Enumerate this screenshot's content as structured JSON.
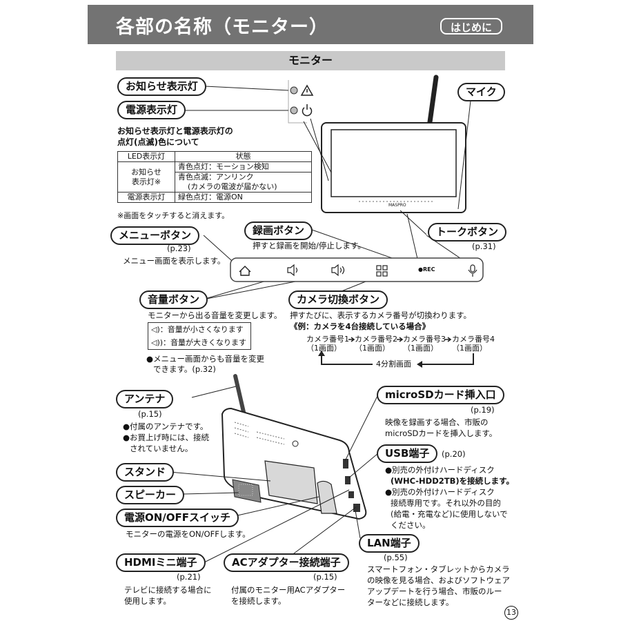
{
  "header": {
    "title": "各部の名称（モニター）",
    "badge": "はじめに"
  },
  "section_title": "モニター",
  "labels": {
    "notice_lamp": "お知らせ表示灯",
    "power_lamp": "電源表示灯",
    "mic": "マイク",
    "menu_button": "メニューボタン",
    "menu_page": "(p.23)",
    "menu_desc": "メニュー画面を表示します。",
    "rec_button": "録画ボタン",
    "rec_desc": "押すと録画を開始/停止します。",
    "talk_button": "トークボタン",
    "talk_page": "(p.31)",
    "volume_button": "音量ボタン",
    "volume_desc": "モニターから出る音量を変更します。",
    "volume_down": "：音量が小さくなります",
    "volume_up": "：音量が大きくなります",
    "volume_note_1": "●メニュー画面からも音量を変更",
    "volume_note_2": "できます。(p.32)",
    "camera_switch": "カメラ切換ボタン",
    "camera_desc": "押すたびに、表示するカメラ番号が切換わります。",
    "camera_example": "《例：カメラを4台接続している場合》",
    "camera_1": "カメラ番号1",
    "camera_2": "カメラ番号2",
    "camera_3": "カメラ番号3",
    "camera_4": "カメラ番号4",
    "one_screen": "（1画面）",
    "quad": "4分割画面",
    "antenna": "アンテナ",
    "antenna_page": "(p.15)",
    "antenna_note_1": "●付属のアンテナです。",
    "antenna_note_2": "●お買上げ時には、接続",
    "antenna_note_3": "されていません。",
    "stand": "スタンド",
    "speaker": "スピーカー",
    "power_switch": "電源ON/OFFスイッチ",
    "power_switch_desc": "モニターの電源をON/OFFします。",
    "hdmi": "HDMIミニ端子",
    "hdmi_page": "(p.21)",
    "hdmi_desc_1": "テレビに接続する場合に",
    "hdmi_desc_2": "使用します。",
    "ac": "ACアダプター接続端子",
    "ac_page": "(p.15)",
    "ac_desc_1": "付属のモニター用ACアダプター",
    "ac_desc_2": "を接続します。",
    "sd": "microSDカード挿入口",
    "sd_page": "(p.19)",
    "sd_desc_1": "映像を録画する場合、市販の",
    "sd_desc_2": "microSDカードを挿入します。",
    "usb": "USB端子",
    "usb_page": "(p.20)",
    "usb_note_1": "●別売の外付けハードディスク",
    "usb_note_2": "(WHC-HDD2TB)を接続します。",
    "usb_note_3": "●別売の外付けハードディスク",
    "usb_note_4": "接続専用です。それ以外の目的",
    "usb_note_5": "(給電・充電など)に使用しないで",
    "usb_note_6": "ください。",
    "lan": "LAN端子",
    "lan_page": "(p.55)",
    "lan_desc_1": "スマートフォン・タブレットからカメラ",
    "lan_desc_2": "の映像を見る場合、およびソフトウェア",
    "lan_desc_3": "アップデートを行う場合、市販のルー",
    "lan_desc_4": "ターなどに接続します。",
    "led_heading_1": "お知らせ表示灯と電源表示灯の",
    "led_heading_2": "点灯(点滅)色について",
    "led_footnote": "※画面をタッチすると消えます。",
    "rec_mark": "●REC",
    "brand": "MASPRO",
    "page_number": "13"
  },
  "led_table": {
    "col1": "LED表示灯",
    "col2": "状態",
    "row1_name_1": "お知らせ",
    "row1_name_2": "表示灯※",
    "row1_state_1": "青色点灯：モーション検知",
    "row1_state_2": "青色点滅：アンリンク",
    "row1_state_3": "(カメラの電波が届かない)",
    "row2_name": "電源表示灯",
    "row2_state": "緑色点灯：電源ON"
  },
  "icons": {
    "notice": "warning-triangle-icon",
    "power": "power-icon",
    "home": "home-icon",
    "volume_down": "speaker-low-icon",
    "volume_up": "speaker-high-icon",
    "camera_grid": "grid-icon",
    "mic": "microphone-icon"
  }
}
